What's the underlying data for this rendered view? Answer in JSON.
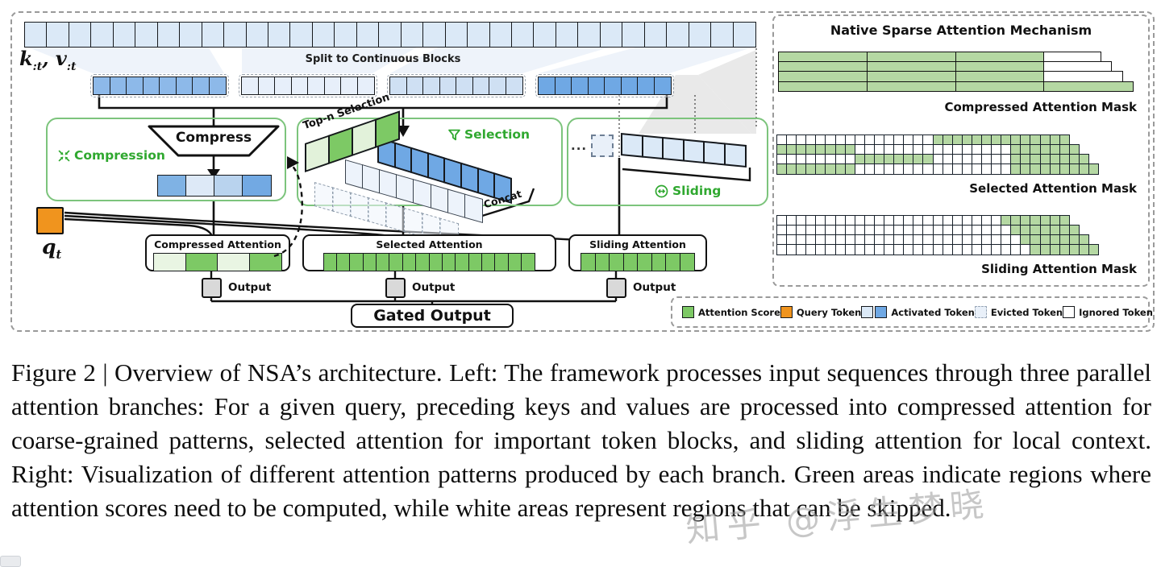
{
  "colors": {
    "token_blue": "#dbe9f7",
    "block_blue_medium": "#8db9e9",
    "block_blue_pale": "#e7effa",
    "block_blue_light": "#cfe0f3",
    "block_blue_dark": "#6fa8e4",
    "attention_green": "#7dc965",
    "attention_green_light": "#e9f5e3",
    "mask_green": "#b5d8a3",
    "query_orange": "#f0941e",
    "green_text": "#2fa82f",
    "branch_border_green": "#7cc47c",
    "output_gray": "#d9d9d9"
  },
  "figure": {
    "kv_label": {
      "b1": "k",
      "s1": ":t",
      "sep": ",",
      "b2": "v",
      "s2": ":t"
    },
    "split_label": "Split to Continuous Blocks",
    "top_row": {
      "n": 33,
      "colors": [
        "#dbe9f7"
      ]
    },
    "blocks": [
      {
        "n": 8,
        "colors": [
          "#8db9e9"
        ]
      },
      {
        "n": 8,
        "colors": [
          "#e7effa"
        ]
      },
      {
        "n": 8,
        "colors": [
          "#cfe0f3"
        ]
      },
      {
        "n": 8,
        "colors": [
          "#6fa8e4"
        ]
      }
    ],
    "compression": {
      "label": "Compression",
      "trapezoid_label": "Compress",
      "tokens": {
        "n": 4,
        "colors": [
          "#7fb2e4",
          "#dde9f7",
          "#b9d3ee",
          "#72a9e3"
        ]
      }
    },
    "selection": {
      "label": "Selection",
      "topn_label": "Top-n Selection",
      "concat_label": "Concat",
      "topn_tokens": {
        "n": 4,
        "colors": [
          "#e2f2da",
          "#7dc965",
          "#e2f2da",
          "#7dc965"
        ]
      },
      "selected_tokens": {
        "n": 8,
        "colors": [
          "#6fa8e4"
        ]
      },
      "ghost_tokens": {
        "n": 8,
        "colors": [
          "#edf3fb"
        ]
      },
      "ghost_dashed_tokens": {
        "n": 8,
        "colors": [
          "rgba(238,244,251,0.55)"
        ]
      }
    },
    "sliding": {
      "label": "Sliding",
      "dots": "...",
      "icon_glyph": "↔",
      "tokens": {
        "n": 6,
        "colors": [
          "#dbe9f7"
        ]
      }
    },
    "query": {
      "b": "q",
      "s": "t"
    },
    "attn_boxes": {
      "compressed": {
        "title": "Compressed Attention",
        "cells": {
          "n": 4,
          "colors": [
            "#e9f5e3",
            "#7dc965",
            "#e9f5e3",
            "#7dc965"
          ]
        }
      },
      "selected": {
        "title": "Selected Attention",
        "cells": {
          "n": 16,
          "colors": [
            "#7dc965"
          ]
        }
      },
      "sliding": {
        "title": "Sliding Attention",
        "cells": {
          "n": 8,
          "colors": [
            "#7dc965"
          ]
        }
      }
    },
    "output_label": "Output",
    "gated_output_label": "Gated Output"
  },
  "masks_panel": {
    "title": "Native Sparse Attention Mechanism",
    "palette": {
      "g": "#b5d8a3",
      "w": "#ffffff"
    },
    "compressed": {
      "label": "Compressed Attention Mask",
      "rows": [
        {
          "widths": [
            112,
            111,
            111,
            72
          ],
          "colors": [
            "g",
            "g",
            "g",
            "w"
          ]
        },
        {
          "widths": [
            112,
            111,
            111,
            85
          ],
          "colors": [
            "g",
            "g",
            "g",
            "w"
          ]
        },
        {
          "widths": [
            112,
            111,
            111,
            99
          ],
          "colors": [
            "g",
            "g",
            "g",
            "w"
          ]
        },
        {
          "widths": [
            112,
            111,
            111,
            112
          ],
          "colors": [
            "g",
            "g",
            "g",
            "g"
          ]
        }
      ]
    },
    "selected": {
      "label": "Selected Attention Mask",
      "cell": 13.4,
      "rows": [
        [
          [
            "w",
            16
          ],
          [
            "g",
            14
          ]
        ],
        [
          [
            "g",
            8
          ],
          [
            "w",
            16
          ],
          [
            "g",
            7
          ]
        ],
        [
          [
            "w",
            8
          ],
          [
            "g",
            8
          ],
          [
            "w",
            8
          ],
          [
            "g",
            8
          ]
        ],
        [
          [
            "g",
            8
          ],
          [
            "w",
            16
          ],
          [
            "g",
            9
          ]
        ]
      ]
    },
    "sliding": {
      "label": "Sliding Attention Mask",
      "cell": 13.4,
      "rows": [
        [
          [
            "w",
            23
          ],
          [
            "g",
            7
          ]
        ],
        [
          [
            "w",
            24
          ],
          [
            "g",
            7
          ]
        ],
        [
          [
            "w",
            25
          ],
          [
            "g",
            7
          ]
        ],
        [
          [
            "w",
            26
          ],
          [
            "g",
            7
          ]
        ]
      ]
    }
  },
  "legend": {
    "items": [
      {
        "name": "attention-score",
        "label": "Attention Score"
      },
      {
        "name": "query-token",
        "label": "Query Token"
      },
      {
        "name": "activated-token",
        "label": "Activated Token"
      },
      {
        "name": "evicted-token",
        "label": "Evicted Token"
      },
      {
        "name": "ignored-token",
        "label": "Ignored Token"
      }
    ]
  },
  "caption": {
    "text": "Figure 2 | Overview of NSA’s architecture. Left: The framework processes input sequences through three parallel attention branches: For a given query, preceding keys and values are processed into compressed attention for coarse-grained patterns, selected attention for important token blocks, and sliding attention for local context. Right: Visualization of different attention patterns produced by each branch. Green areas indicate regions where attention scores need to be computed, while white areas represent regions that can be skipped."
  },
  "watermark": {
    "text": "知乎 @浮生梦晓"
  }
}
